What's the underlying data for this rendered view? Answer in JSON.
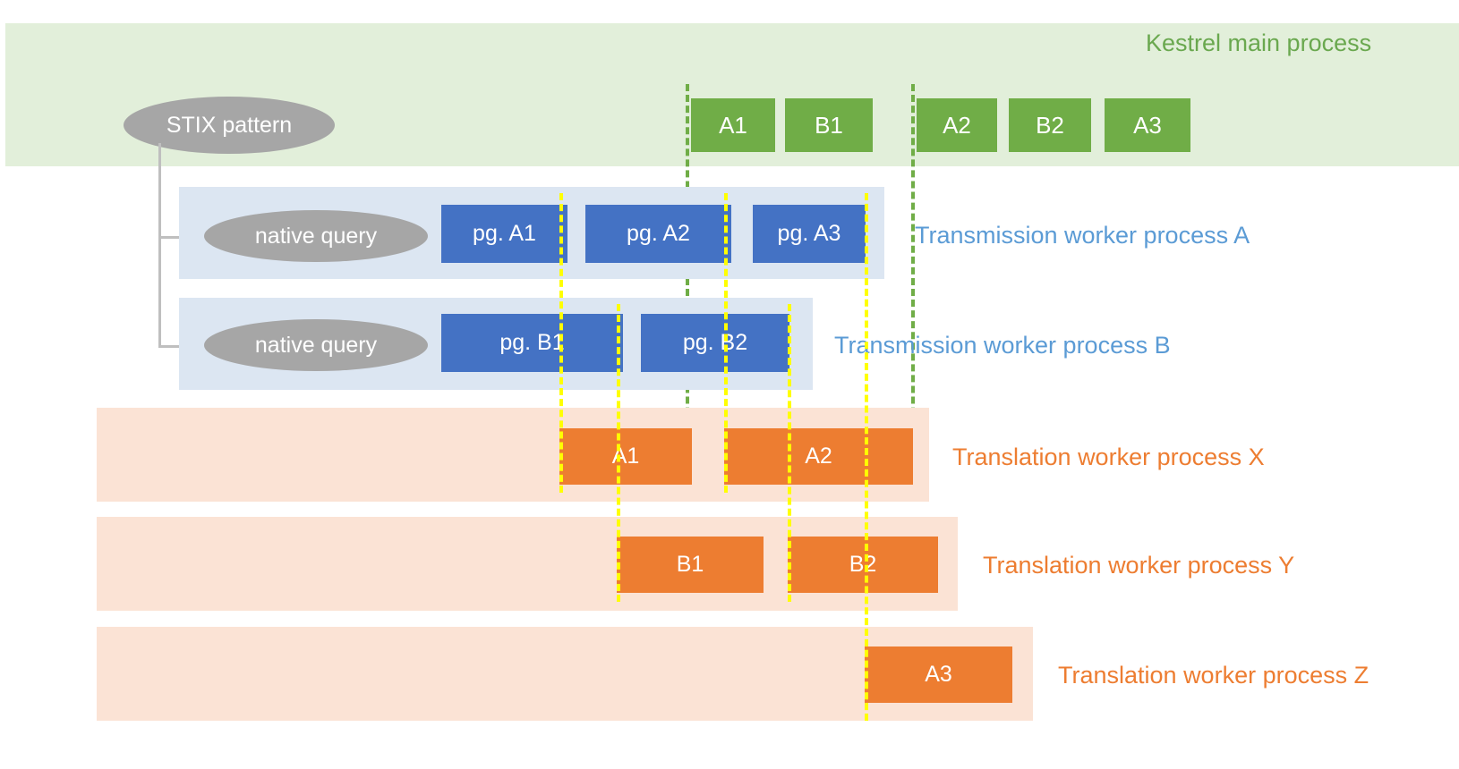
{
  "diagram": {
    "title": "Kestrel multi-process query execution timeline",
    "colors": {
      "kestrel_band": "#e2efda",
      "kestrel_task": "#70ad47",
      "kestrel_label": "#6aa84f",
      "transmission_band": "#dce6f2",
      "transmission_task": "#4472c4",
      "transmission_label": "#5b9bd5",
      "translation_band": "#fbe3d5",
      "translation_task": "#ed7d31",
      "translation_label": "#ed7d31",
      "ellipse": "#a6a6a6",
      "sync_line_green": "#70ad47",
      "sync_line_yellow": "#ffff00",
      "connector": "#bfbfbf"
    },
    "lanes": [
      {
        "id": "kestrel",
        "label": "Kestrel main process",
        "label_color": "#6aa84f"
      },
      {
        "id": "transmission-a",
        "label": "Transmission worker process A",
        "label_color": "#5b9bd5"
      },
      {
        "id": "transmission-b",
        "label": "Transmission worker process B",
        "label_color": "#5b9bd5"
      },
      {
        "id": "translation-x",
        "label": "Translation worker process X",
        "label_color": "#ed7d31"
      },
      {
        "id": "translation-y",
        "label": "Translation worker process Y",
        "label_color": "#ed7d31"
      },
      {
        "id": "translation-z",
        "label": "Translation worker process Z",
        "label_color": "#ed7d31"
      }
    ],
    "ellipses": [
      {
        "id": "stix-pattern",
        "label": "STIX pattern"
      },
      {
        "id": "native-query-a",
        "label": "native query"
      },
      {
        "id": "native-query-b",
        "label": "native query"
      }
    ],
    "tasks": {
      "kestrel": [
        "A1",
        "B1",
        "A2",
        "B2",
        "A3"
      ],
      "transmission_a": [
        "pg. A1",
        "pg. A2",
        "pg. A3"
      ],
      "transmission_b": [
        "pg. B1",
        "pg. B2"
      ],
      "translation_x": [
        "A1",
        "A2"
      ],
      "translation_y": [
        "B1",
        "B2"
      ],
      "translation_z": [
        "A3"
      ]
    }
  }
}
